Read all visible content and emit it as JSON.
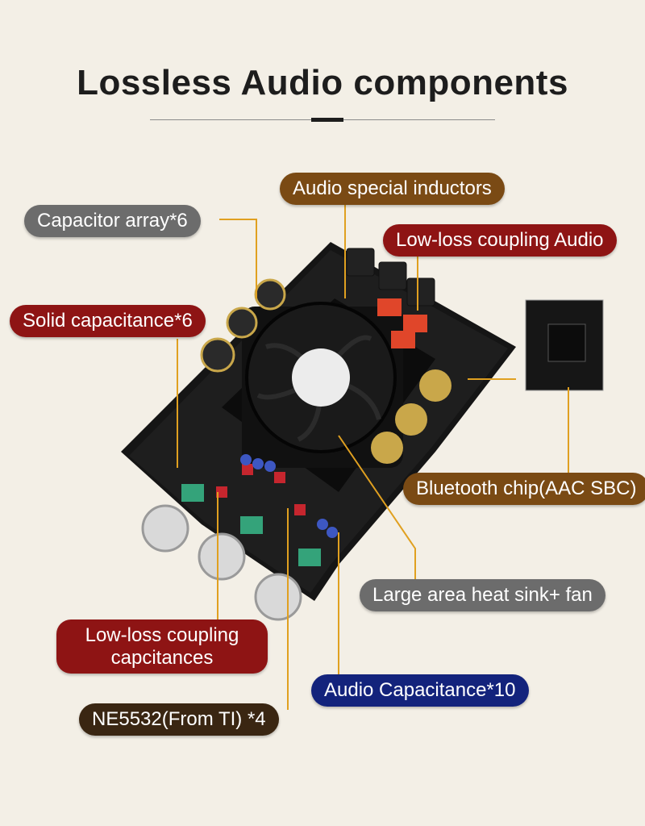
{
  "header": {
    "title": "Lossless Audio components"
  },
  "callouts": {
    "capacitor_array": "Capacitor array*6",
    "audio_inductors": "Audio special inductors",
    "low_loss_coupling_audio": "Low-loss coupling Audio",
    "solid_capacitance": "Solid capacitance*6",
    "bluetooth_chip": "Bluetooth chip(AAC SBC)",
    "heat_sink_fan": "Large area heat sink+ fan",
    "low_loss_coupling_caps_line1": "Low-loss coupling",
    "low_loss_coupling_caps_line2": "capcitances",
    "audio_capacitance": "Audio Capacitance*10",
    "ne5532": "NE5532(From TI) *4"
  },
  "colors": {
    "background": "#f3efe6",
    "callout_gray": "#6c6c6c",
    "callout_brown": "#7a4a14",
    "callout_red": "#8e1414",
    "callout_navy": "#13237c",
    "leader_line": "#e0a020"
  }
}
